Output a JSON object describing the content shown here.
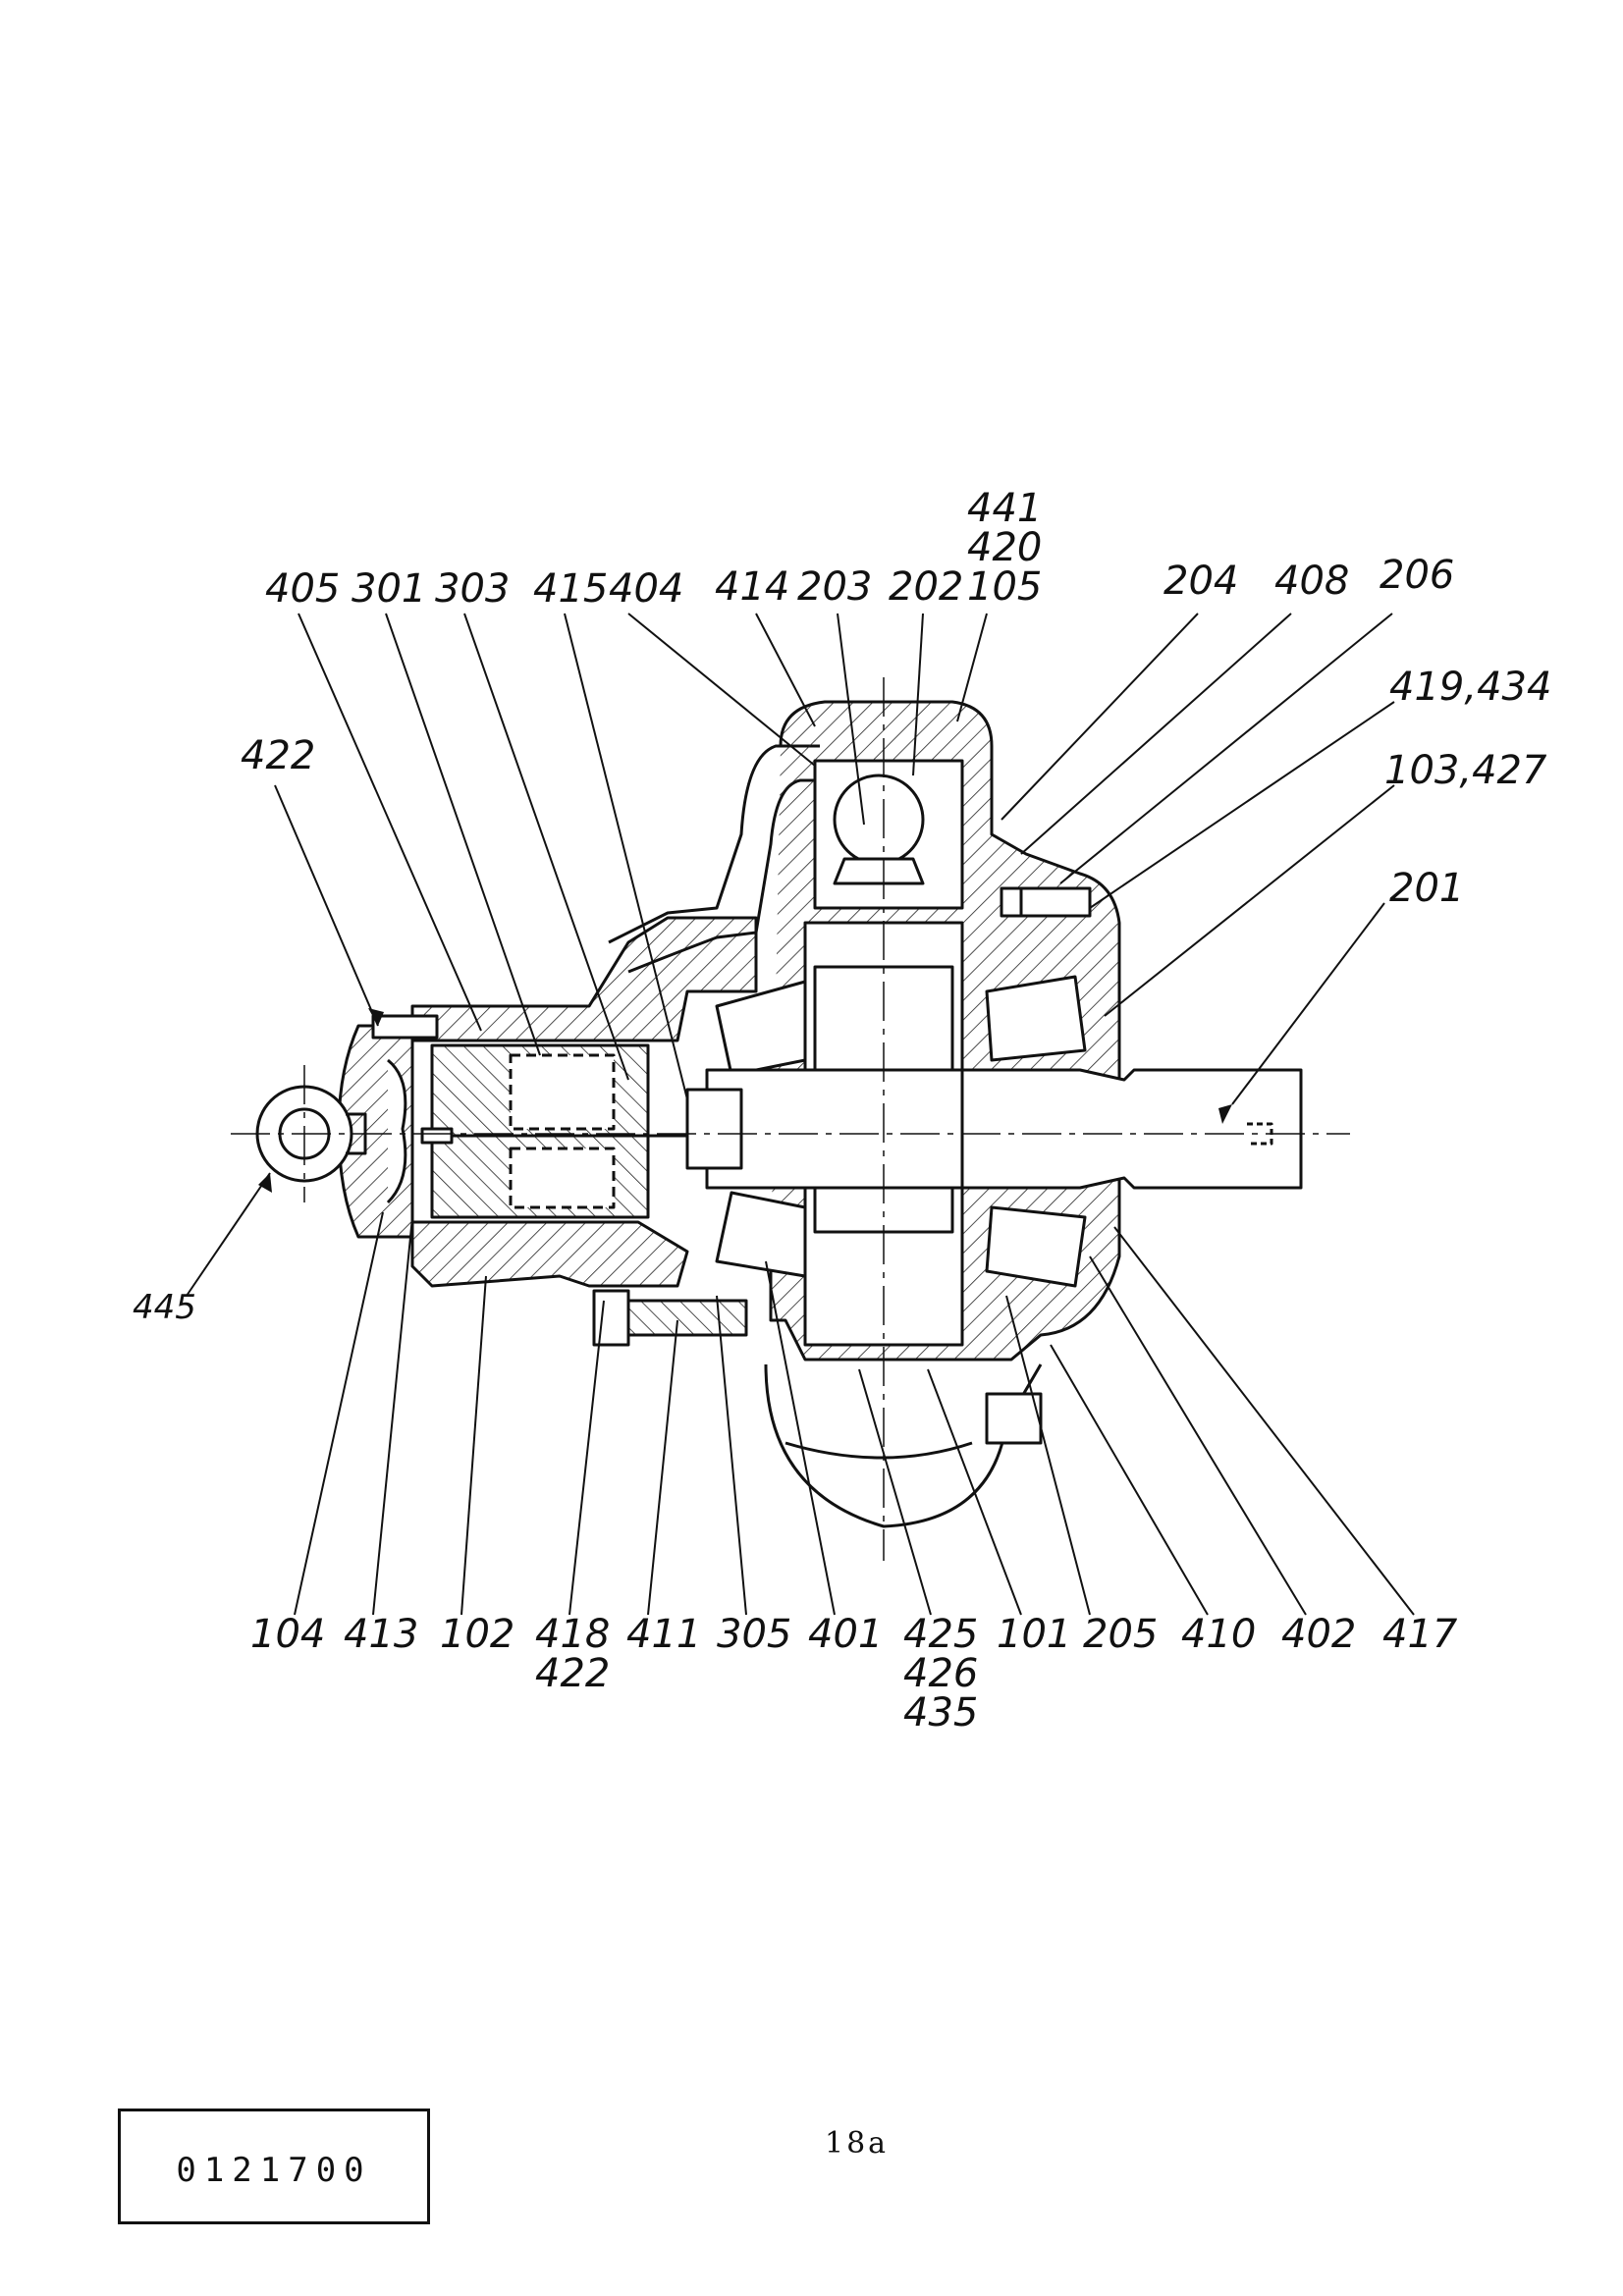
{
  "drawing": {
    "labels_top": {
      "l405": "405",
      "l301": "301",
      "l303": "303",
      "l415": "415",
      "l404": "404",
      "l414": "414",
      "l203": "203",
      "l202": "202",
      "l105": "105",
      "l204": "204",
      "l408": "408",
      "l206": "206",
      "l441": "441",
      "l420": "420"
    },
    "labels_side": {
      "l422": "422",
      "l445": "445",
      "l419_434": "419,434",
      "l103_427": "103,427",
      "l201": "201"
    },
    "labels_bottom": {
      "l104": "104",
      "l413": "413",
      "l102": "102",
      "l418": "418",
      "l422b": "422",
      "l411": "411",
      "l305": "305",
      "l401": "401",
      "l425": "425",
      "l426": "426",
      "l435": "435",
      "l101": "101",
      "l205": "205",
      "l410": "410",
      "l402": "402",
      "l417": "417"
    }
  },
  "stamp": {
    "number": "0121700"
  },
  "page": {
    "number": "18a"
  }
}
